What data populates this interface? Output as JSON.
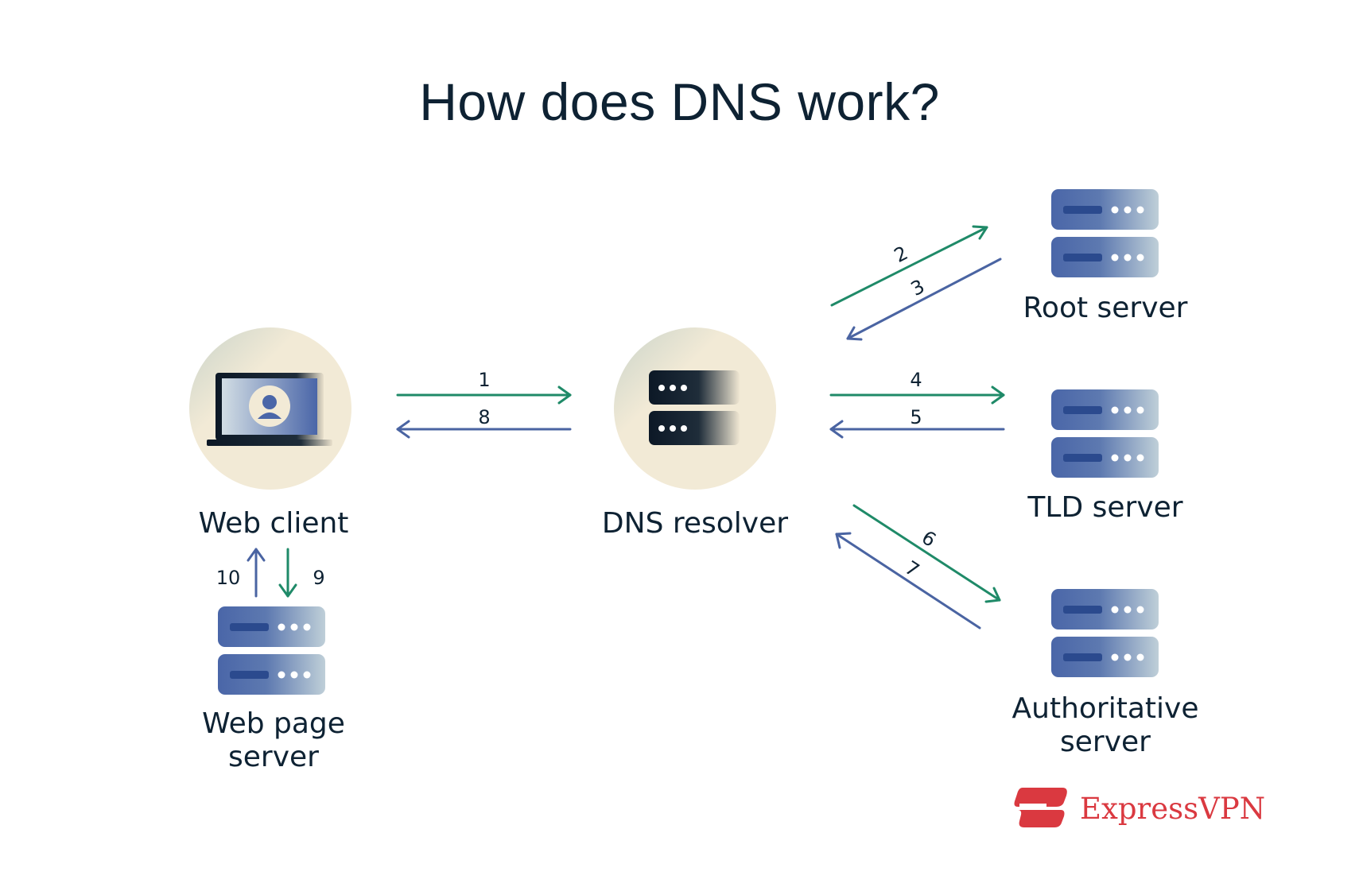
{
  "title": "How does DNS work?",
  "nodes": {
    "web_client": "Web client",
    "dns_resolver": "DNS resolver",
    "root_server": "Root server",
    "tld_server": "TLD server",
    "authoritative_server": [
      "Authoritative",
      "server"
    ],
    "web_page_server": [
      "Web page",
      "server"
    ]
  },
  "steps": [
    "1",
    "2",
    "3",
    "4",
    "5",
    "6",
    "7",
    "8",
    "9",
    "10"
  ],
  "brand": "ExpressVPN",
  "colors": {
    "request_arrow": "#1f8a68",
    "response_arrow": "#4a64a2",
    "node_circle": "#f2ead6",
    "server_blue": "#4b67a9",
    "server_light": "#b7c8d4",
    "resolver_dark": "#0e1c2a",
    "text": "#0e2233",
    "brand_red": "#da3940"
  },
  "icons": [
    "laptop-user-icon",
    "server-icon",
    "expressvpn-logo-icon"
  ]
}
